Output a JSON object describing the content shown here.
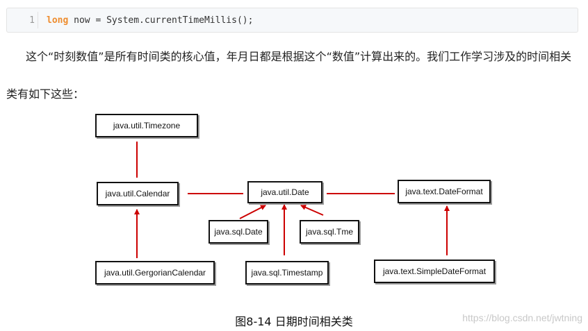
{
  "code": {
    "line_number": "1",
    "keyword": "long",
    "rest": " now = System.currentTimeMillis();"
  },
  "paragraph": {
    "text": "这个“时刻数值”是所有时间类的核心值，年月日都是根据这个“数值”计算出来的。我们工作学习涉及的时间相关类有如下这些："
  },
  "diagram": {
    "nodes": {
      "timezone": "java.util.Timezone",
      "calendar": "java.util.Calendar",
      "date": "java.util.Date",
      "dateformat": "java.text.DateFormat",
      "sqldate": "java.sql.Date",
      "sqltime": "java.sql.Tme",
      "gregorian": "java.util.GergorianCalendar",
      "timestamp": "java.sql.Timestamp",
      "simpledateformat": "java.text.SimpleDateFormat"
    },
    "line_color": "#cc0000"
  },
  "caption": "图8-14 日期时间相关类",
  "watermark": "https://blog.csdn.net/jwtning"
}
